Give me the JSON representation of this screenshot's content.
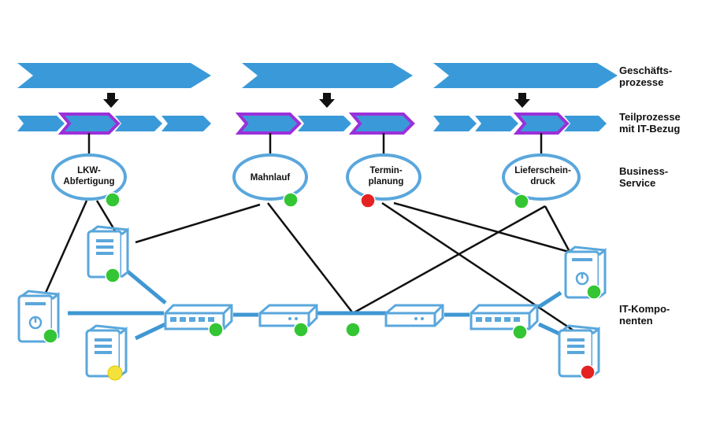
{
  "colors": {
    "process_blue": "#3a9ad9",
    "highlight_purple": "#9b30d9",
    "outline_blue": "#5aa7dc",
    "line_blue": "#3f97d3",
    "status_green": "#33c533",
    "status_red": "#e52222",
    "status_yellow": "#f2e23a",
    "arrow_black": "#111111"
  },
  "layers": {
    "business_processes": {
      "line1": "Geschäfts-",
      "line2": "prozesse"
    },
    "subprocesses": {
      "line1": "Teilprozesse",
      "line2": "mit IT-Bezug"
    },
    "business_services": {
      "line1": "Business-",
      "line2": "Service"
    },
    "it_components": {
      "line1": "IT-Kompo-",
      "line2": "nenten"
    }
  },
  "services": [
    {
      "line1": "LKW-",
      "line2": "Abfertigung",
      "status": "green"
    },
    {
      "line1": "Mahnlauf",
      "line2": "",
      "status": "green"
    },
    {
      "line1": "Termin-",
      "line2": "planung",
      "status": "red"
    },
    {
      "line1": "Lieferschein-",
      "line2": "druck",
      "status": "green"
    }
  ],
  "components": [
    {
      "icon": "server-icon",
      "status": "green"
    },
    {
      "icon": "server-icon",
      "status": "green"
    },
    {
      "icon": "server-icon",
      "status": "yellow"
    },
    {
      "icon": "switch-icon",
      "status": "green"
    },
    {
      "icon": "router-icon",
      "status": "green"
    },
    {
      "icon": "network-node-icon",
      "status": "green"
    },
    {
      "icon": "router-icon",
      "status": "none"
    },
    {
      "icon": "switch-icon",
      "status": "green"
    },
    {
      "icon": "server-icon",
      "status": "green"
    },
    {
      "icon": "server-icon",
      "status": "red"
    }
  ]
}
